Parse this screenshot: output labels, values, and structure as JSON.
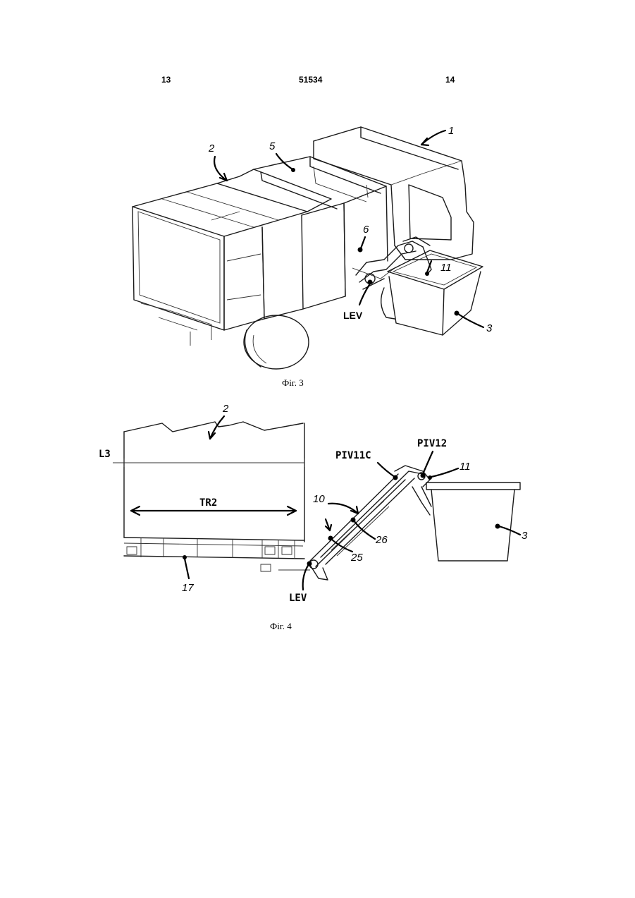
{
  "header": {
    "left_page": "13",
    "patent_number": "51534",
    "right_page": "14"
  },
  "figure3": {
    "caption": "Фіг. 3",
    "labels": {
      "ref1": "1",
      "ref2": "2",
      "ref5": "5",
      "ref6": "6",
      "ref11": "11",
      "ref3": "3",
      "lev": "LEV"
    }
  },
  "figure4": {
    "caption": "Фіг. 4",
    "labels": {
      "ref2": "2",
      "l3": "L3",
      "tr2": "TR2",
      "piv11c": "PIV11C",
      "piv12": "PIV12",
      "ref11": "11",
      "ref10": "10",
      "ref26": "26",
      "ref25": "25",
      "ref3": "3",
      "ref17": "17",
      "lev": "LEV"
    }
  }
}
